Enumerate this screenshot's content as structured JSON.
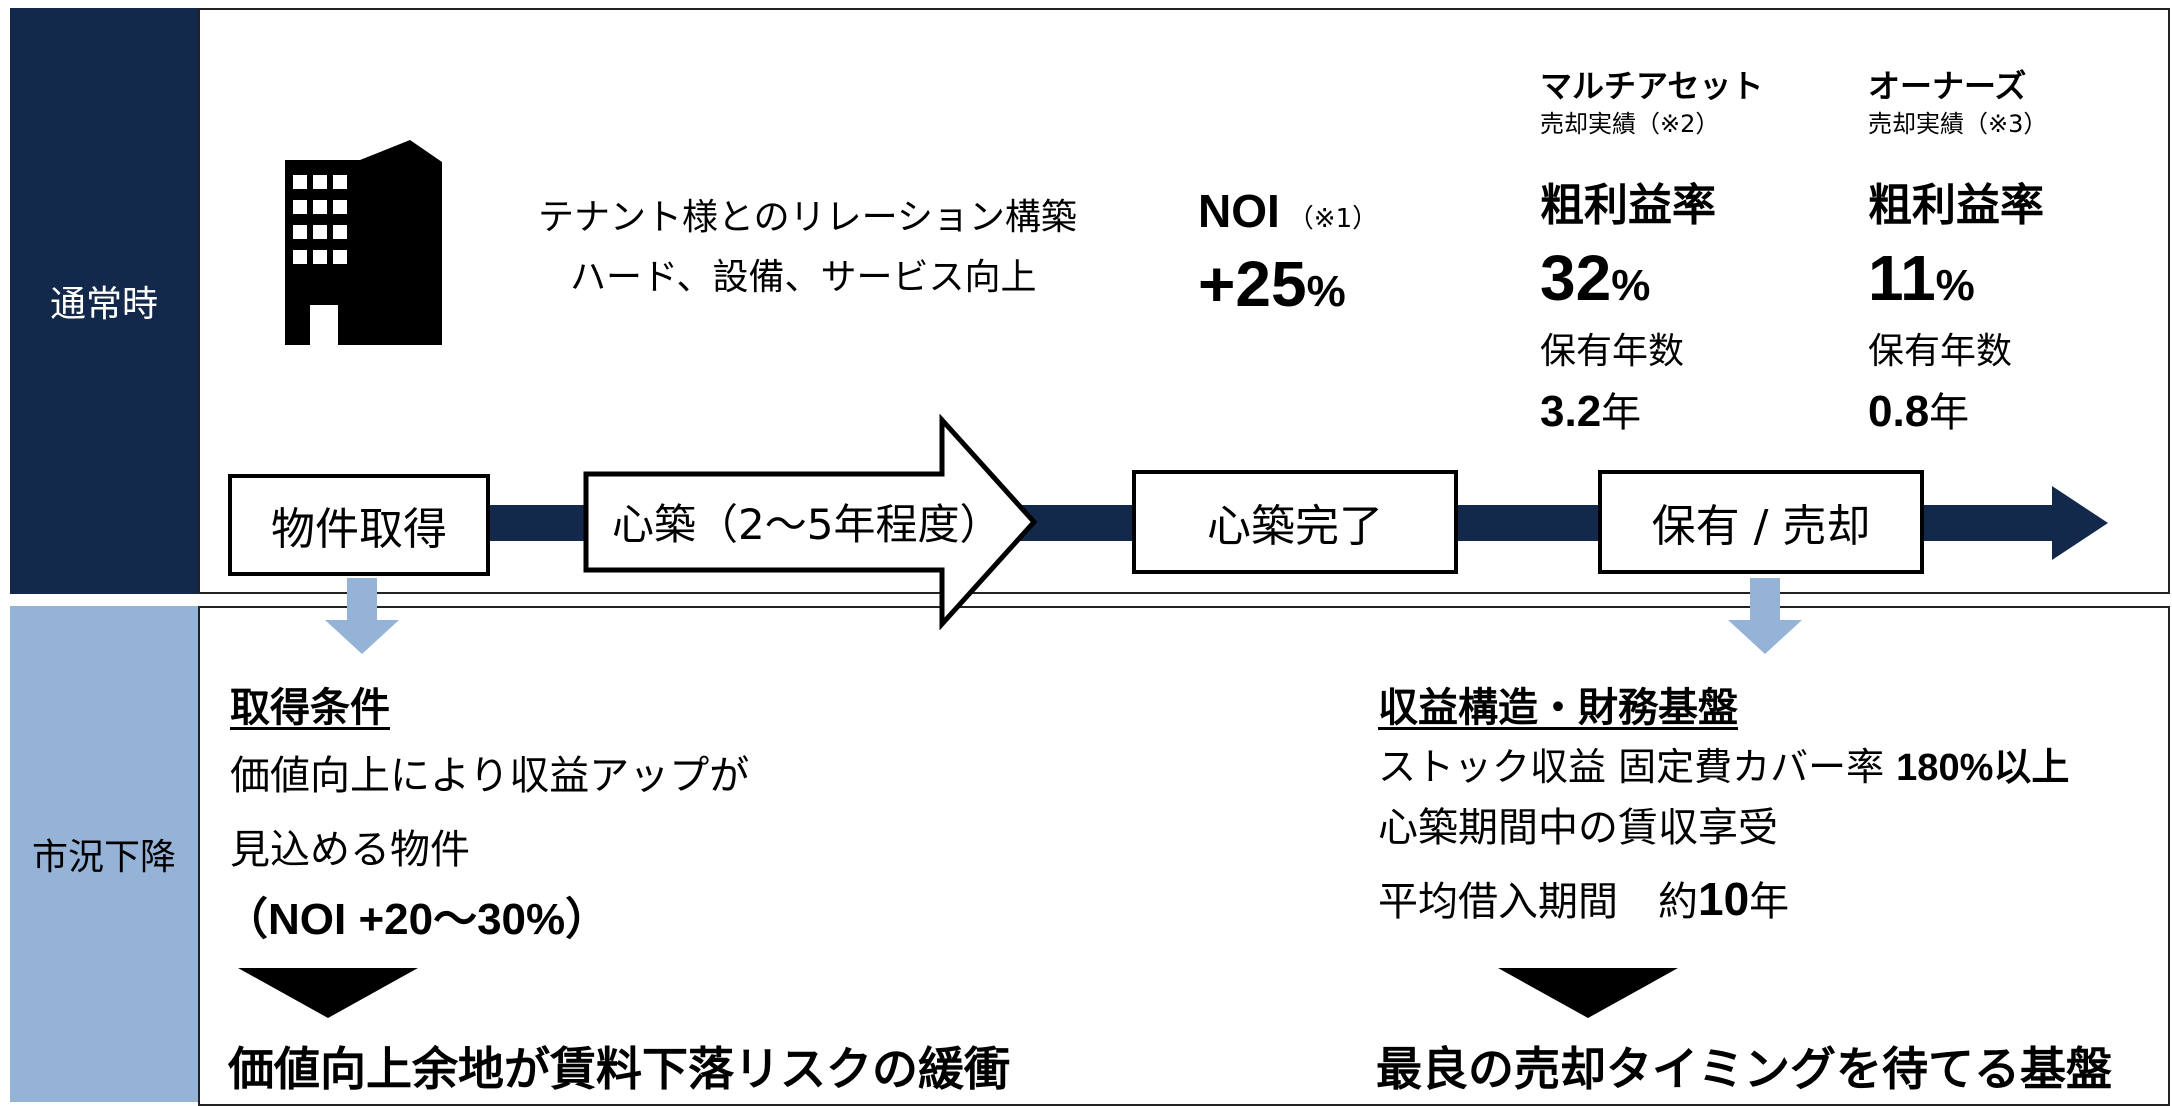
{
  "sidebar": {
    "normal_label": "通常時",
    "decline_label": "市況下降"
  },
  "top": {
    "tenant_line1": "テナント様とのリレーション構築",
    "tenant_line2": "ハード、設備、サービス向上",
    "noi_label": "NOI",
    "noi_note": "（※1）",
    "noi_value": "+25",
    "noi_unit": "%",
    "multi_title": "マルチアセット",
    "multi_sub": "売却実績（※2）",
    "multi_margin_label": "粗利益率",
    "multi_margin_value": "32",
    "multi_margin_unit": "%",
    "multi_hold_label": "保有年数",
    "multi_hold_value": "3.2",
    "multi_hold_unit": "年",
    "owners_title": "オーナーズ",
    "owners_sub": "売却実績（※3）",
    "owners_margin_label": "粗利益率",
    "owners_margin_value": "11",
    "owners_margin_unit": "%",
    "owners_hold_label": "保有年数",
    "owners_hold_value": "0.8",
    "owners_hold_unit": "年"
  },
  "flow": {
    "step1": "物件取得",
    "step2": "心築（2～5年程度）",
    "step3": "心築完了",
    "step4": "保有 / 売却"
  },
  "bottom_left": {
    "heading": "取得条件",
    "line1": "価値向上により収益アップが",
    "line2": "見込める物件",
    "line3_open": "（",
    "line3_bold": "NOI +20～30%",
    "line3_close": "）",
    "conclusion": "価値向上余地が賃料下落リスクの緩衝"
  },
  "bottom_right": {
    "heading": "収益構造・財務基盤",
    "line1_text": "ストック収益 固定費カバー率 ",
    "line1_bold": "180%",
    "line1_suffix": "以上",
    "line2": "心築期間中の賃収享受",
    "line3_text": "平均借入期間　約",
    "line3_bold": "10",
    "line3_suffix": "年",
    "conclusion": "最良の売却タイミングを待てる基盤"
  },
  "colors": {
    "navy": "#13294b",
    "light_blue": "#94b3d7",
    "arrow_blue": "#94b3d7"
  }
}
